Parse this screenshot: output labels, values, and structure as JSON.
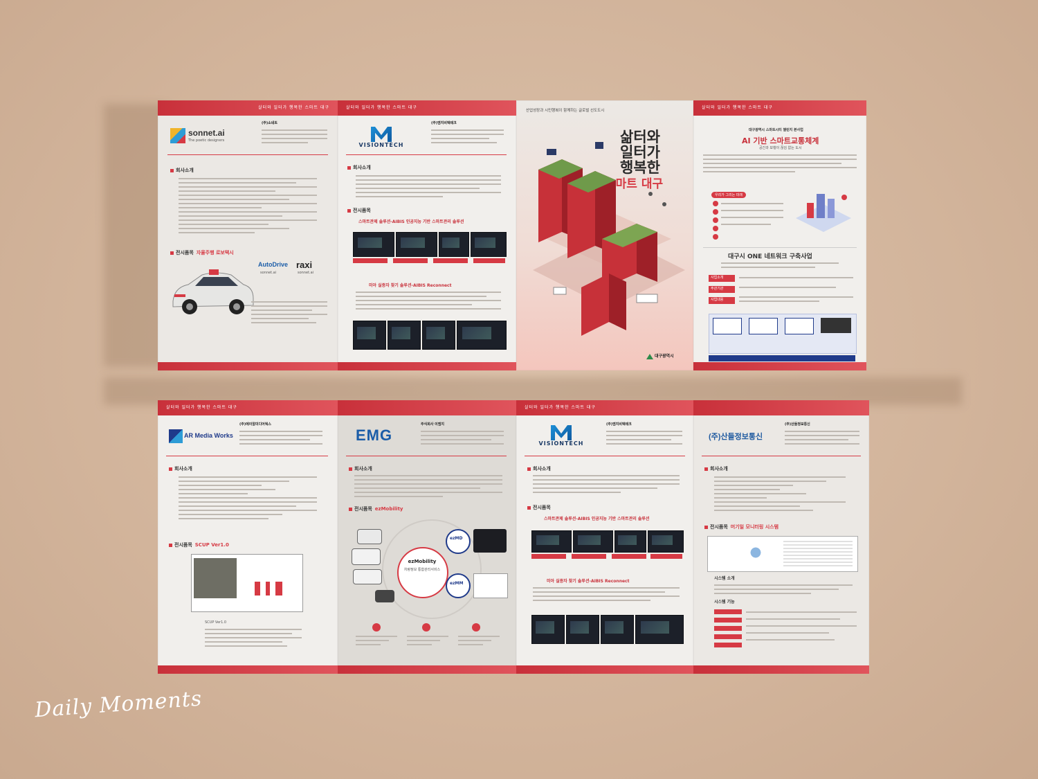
{
  "watermark": "Daily Moments",
  "top_row": {
    "panel1": {
      "topbar_tag": "살터와 일터가 행복한 스마트 대구",
      "logo_text": "sonnet.ai",
      "logo_sub": "The poetic designers",
      "company": "(주)소네트",
      "section_about": "회사소개",
      "section_exhibit": "전시품목",
      "exhibit_name": "자율주행 로보택시",
      "brand1": "AutoDrive",
      "brand2": "raxi",
      "brand1_sub": "sonnet.ai",
      "brand2_sub": "sonnet.ai"
    },
    "panel2": {
      "topbar_tag": "살터와 일터가 행복한 스마트 대구",
      "logo_text": "VISIONTECH",
      "company": "(주)엠지비텍테크",
      "section_about": "회사소개",
      "section_exhibit": "전시품목",
      "solution1": "스마트관제 솔루션-AIBIS 인공지능 기반 스마트관리 솔루션",
      "solution2": "미아 실종자 찾기 솔루션-AIBIS Reconnect"
    },
    "panel3": {
      "tagline": "산업성장과 시민행복이 함께하는 글로벌 선도도시",
      "title_l1": "삶터와",
      "title_l2": "일터가",
      "title_l3": "행복한",
      "title_l4": "스마트 대구",
      "footer": "대구광역시"
    },
    "panel4": {
      "topbar_tag": "살터와 일터가 행복한 스마트 대구",
      "subtitle": "대구광역시 스마트시티 챌린지 본사업",
      "title": "AI 기반 스마트교통체계",
      "caption": "공간과 보행이 끊김 없는 도시",
      "pill": "우리가 그리는 미래",
      "network_title": "대구시 ONE 네트워크 구축사업",
      "rows": [
        "사업소개",
        "주관기관",
        "사업내용"
      ]
    }
  },
  "bottom_row": {
    "panel1": {
      "topbar_tag": "살터와 일터가 행복한 스마트 대구",
      "logo_text": "AR Media Works",
      "company": "(주)에이알미디어웍스",
      "section_about": "회사소개",
      "section_exhibit": "전시품목",
      "exhibit_name": "SCUP Ver1.0",
      "screen_caption": "SCUP Ver1.0"
    },
    "panel2": {
      "logo_text": "EMG",
      "company": "주식회사 이엠지",
      "section_about": "회사소개",
      "section_exhibit": "전시품목",
      "exhibit_name": "ezMobility",
      "center_title": "ezMobility",
      "center_sub": "차량정보 통합관리서비스",
      "node1": "ezMD",
      "node2": "ezMM"
    },
    "panel3": {
      "topbar_tag": "살터와 일터가 행복한 스마트 대구",
      "logo_text": "VISIONTECH",
      "company": "(주)엠지비텍테크",
      "section_about": "회사소개",
      "section_exhibit": "전시품목",
      "solution1": "스마트관제 솔루션-AIBIS 인공지능 기반 스마트관리 솔루션",
      "solution2": "미아 실종자 찾기 솔루션-AIBIS Reconnect"
    },
    "panel4": {
      "logo_text": "(주)산들정보통신",
      "company": "(주)산들정보통신",
      "section_about": "회사소개",
      "section_exhibit": "전시품목",
      "exhibit_name": "머기일 모니터링 시스템",
      "sub1": "시스템 소개",
      "sub2": "시스템 기능"
    }
  },
  "colors": {
    "accent": "#d63a44",
    "background": "#d5b8a0",
    "paper": "#ebe8e4",
    "blue": "#1f3a8a"
  }
}
